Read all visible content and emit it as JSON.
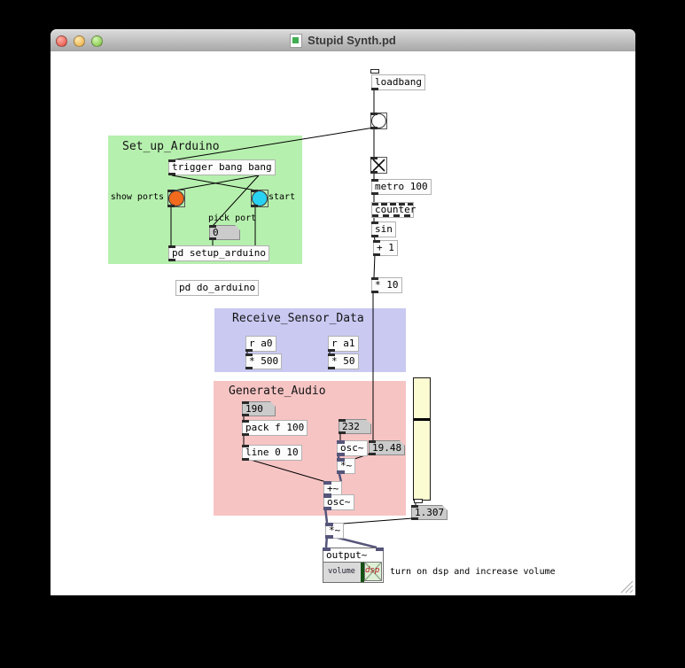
{
  "window": {
    "title": "Stupid Synth.pd"
  },
  "patch": {
    "chain": {
      "loadbang": "loadbang",
      "metro": "metro 100",
      "counter": "counter",
      "sin": "sin",
      "plus_one": "+ 1",
      "times_ten": "* 10"
    },
    "arduino": {
      "title": "Set_up_Arduino",
      "trigger": "trigger bang bang",
      "show_ports": "show ports",
      "start": "start",
      "pick_port": "pick port",
      "port_number": "0",
      "subpatch": "pd setup_arduino"
    },
    "do_arduino": {
      "label": "pd do_arduino"
    },
    "sensor": {
      "title": "Receive_Sensor_Data",
      "r_a0": "r a0",
      "mult_a0": "* 500",
      "r_a1": "r a1",
      "mult_a1": "* 50"
    },
    "audio": {
      "title": "Generate_Audio",
      "num_start": "190",
      "pack": "pack f 100",
      "line": "line 0 10",
      "num_offset": "232",
      "osc1": "osc~",
      "num_freq": "19.48",
      "mult1": "*~",
      "add": "+~",
      "osc2": "osc~",
      "num_gain": "1.307",
      "mult2": "*~"
    },
    "output": {
      "label": "output~",
      "volume": "volume",
      "dsp": "dsp",
      "hint": "turn on dsp and increase volume"
    }
  },
  "colors": {
    "arduino_region": "#b6f0ae",
    "sensor_region": "#c9c9f2",
    "audio_region": "#f7c4c4",
    "slider_fill": "#fcfcd2",
    "signal_cord": "#55557a",
    "show_ports_bang": "#f26a1d",
    "start_bang": "#2ad2f2",
    "dsp_text": "#b21212",
    "volume_handle": "#145214"
  }
}
